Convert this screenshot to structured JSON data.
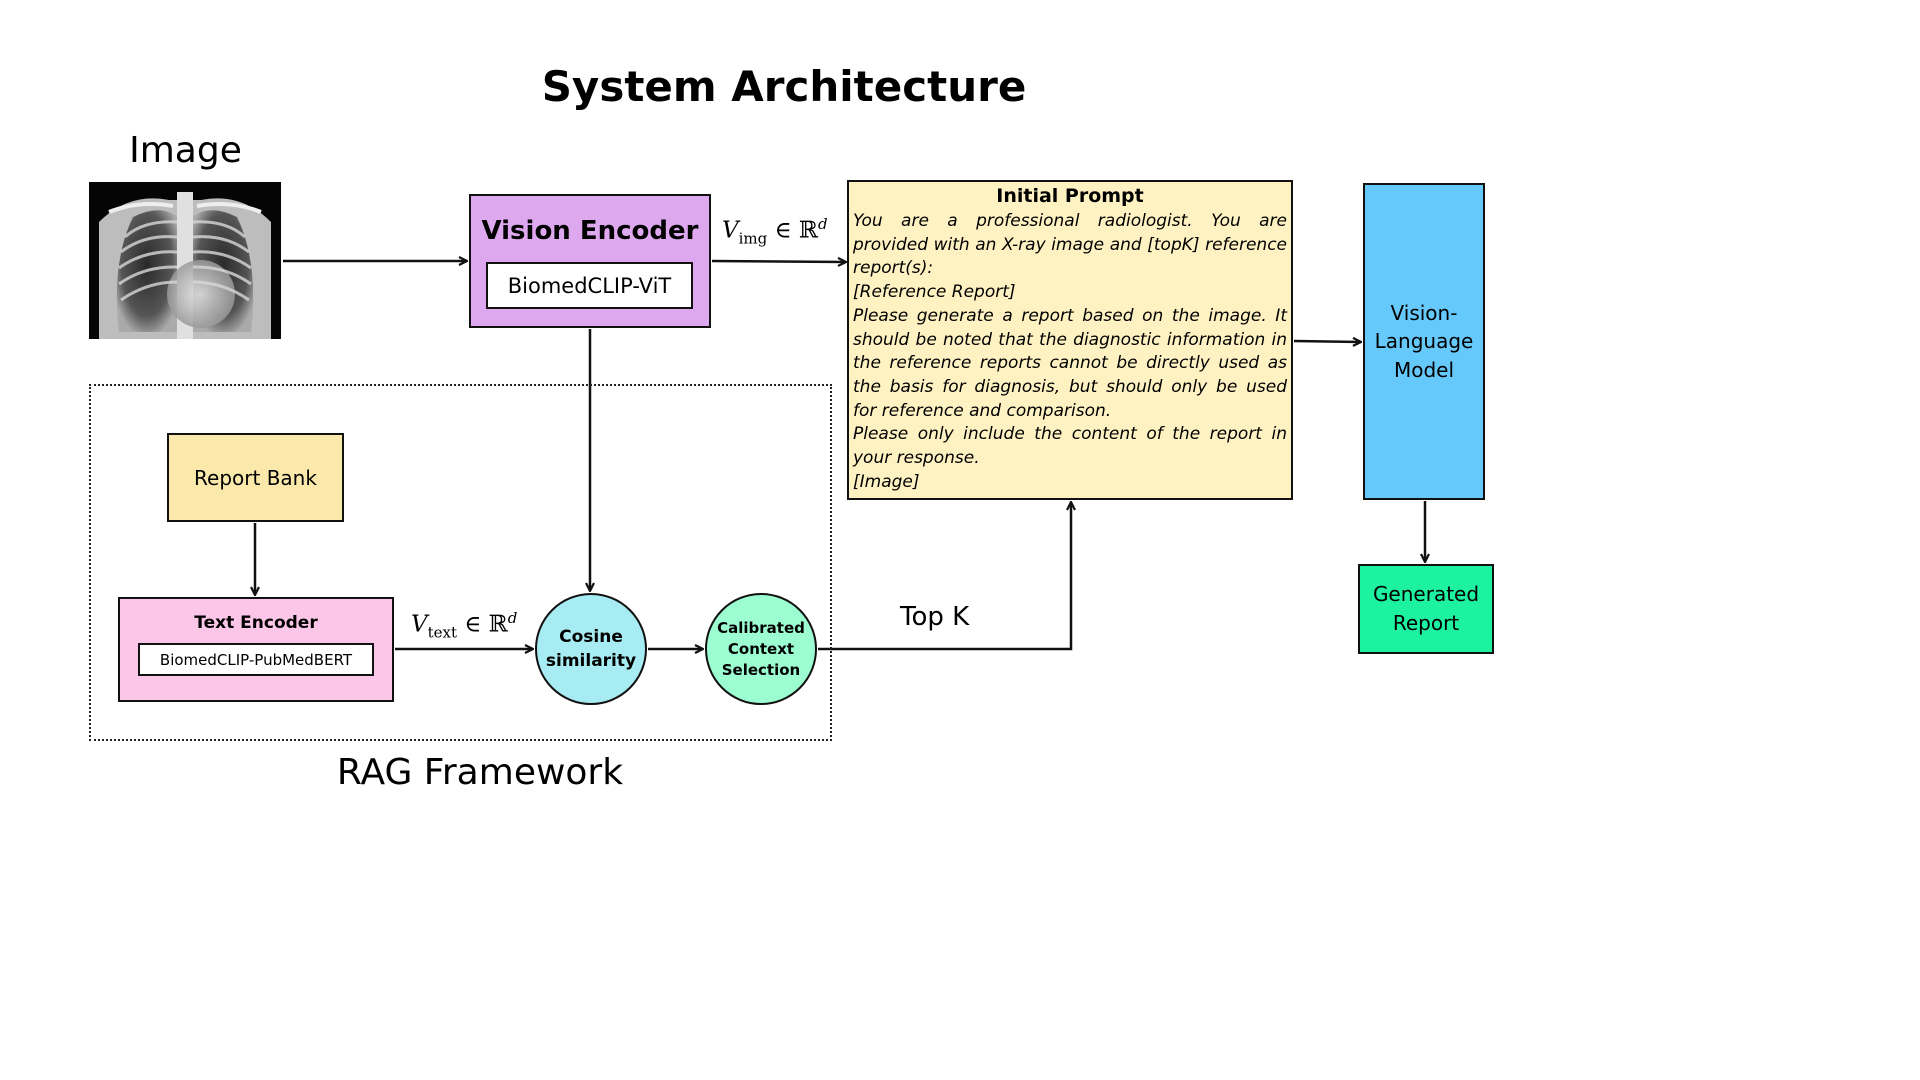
{
  "title": "System Architecture",
  "image_label": "Image",
  "vision_encoder": {
    "title": "Vision Encoder",
    "model": "BiomedCLIP-ViT"
  },
  "v_img": {
    "symbol": "V",
    "subscript": "img",
    "rest": "∈ ℝ",
    "superscript": "d"
  },
  "v_text": {
    "symbol": "V",
    "subscript": "text",
    "rest": "∈ ℝ",
    "superscript": "d"
  },
  "initial_prompt": {
    "title": "Initial Prompt",
    "lines": [
      "You are a professional radiologist. You are provided with an X-ray image and [topK] reference report(s):",
      "[Reference Report]",
      "Please generate a report based on the image. It should be noted that the diagnostic information in the reference reports cannot be directly used as the basis for diagnosis, but should only be used for reference and comparison.",
      "Please only include the content of the report in your response.",
      "[Image]"
    ]
  },
  "vlm": {
    "label_line1": "Vision-",
    "label_line2": "Language",
    "label_line3": "Model"
  },
  "generated_report": {
    "line1": "Generated",
    "line2": "Report"
  },
  "rag_label": "RAG Framework",
  "report_bank": "Report Bank",
  "text_encoder": {
    "title": "Text Encoder",
    "model": "BiomedCLIP-PubMedBERT"
  },
  "cosine": {
    "line1": "Cosine",
    "line2": "similarity"
  },
  "calibrated": {
    "line1": "Calibrated",
    "line2": "Context",
    "line3": "Selection"
  },
  "top_k": "Top K",
  "colors": {
    "vision_encoder": "#dea8ef",
    "prompt": "#fef2c3",
    "vlm": "#66c9fb",
    "generated": "#1cf2a0",
    "report_bank": "#fbe8ab",
    "text_encoder": "#fbc6e7",
    "cosine": "#a7ecf3",
    "calibrated": "#9cfdd1"
  }
}
